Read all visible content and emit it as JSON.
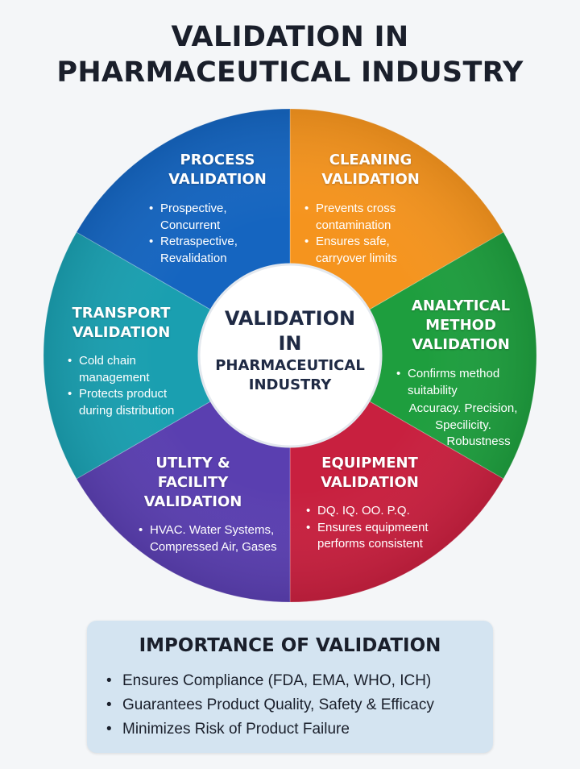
{
  "title_line1": "VALIDATION IN",
  "title_line2": "PHARMACEUTICAL INDUSTRY",
  "center": {
    "line1": "VALIDATION",
    "line2": "IN",
    "line3": "PHARMACEUTICAL",
    "line4": "INDUSTRY"
  },
  "segments": {
    "process": {
      "head": [
        "PROCESS",
        "VALIDATION"
      ],
      "bullets": [
        [
          "Prospective,",
          "Concurrent"
        ],
        [
          "Retraspective,",
          "Revalidation"
        ]
      ],
      "color": "#1565c0"
    },
    "cleaning": {
      "head": [
        "CLEANING",
        "VALIDATION"
      ],
      "bullets": [
        [
          "Prevents cross",
          "contamination"
        ],
        [
          "Ensures safe,",
          "carryover limits"
        ]
      ],
      "color": "#f5941e"
    },
    "analytical": {
      "head": [
        "ANALYTICAL",
        "METHOD",
        "VALIDATION"
      ],
      "bullets": [
        [
          "Confirms method",
          "suitability"
        ]
      ],
      "extra": [
        "Accuracy. Precision,",
        "Specilicity.",
        "Robustness"
      ],
      "color": "#1e9e3e"
    },
    "equipment": {
      "head": [
        "EQUIPMENT",
        "VALIDATION"
      ],
      "bullets": [
        [
          "DQ. IQ. OO. P.Q."
        ],
        [
          "Ensures equipmeent",
          "performs consistent"
        ]
      ],
      "color": "#c8203f"
    },
    "utility": {
      "head": [
        "UTLITY &",
        "FACILITY",
        "VALIDATION"
      ],
      "bullets": [
        [
          "HVAC. Water Systems,",
          "Compressed Air, Gases"
        ]
      ],
      "color": "#5a3fb0"
    },
    "transport": {
      "head": [
        "TRANSPORT",
        "VALIDATION"
      ],
      "bullets": [
        [
          "Cold chain",
          "management"
        ],
        [
          "Protects product",
          "during distribution"
        ]
      ],
      "color": "#1a9fb0"
    }
  },
  "importance": {
    "title": "IMPORTANCE OF VALIDATION",
    "items": [
      "Ensures Compliance (FDA, EMA, WHO, ICH)",
      "Guarantees Product Quality, Safety & Efficacy",
      "Minimizes Risk of Product Failure"
    ]
  }
}
